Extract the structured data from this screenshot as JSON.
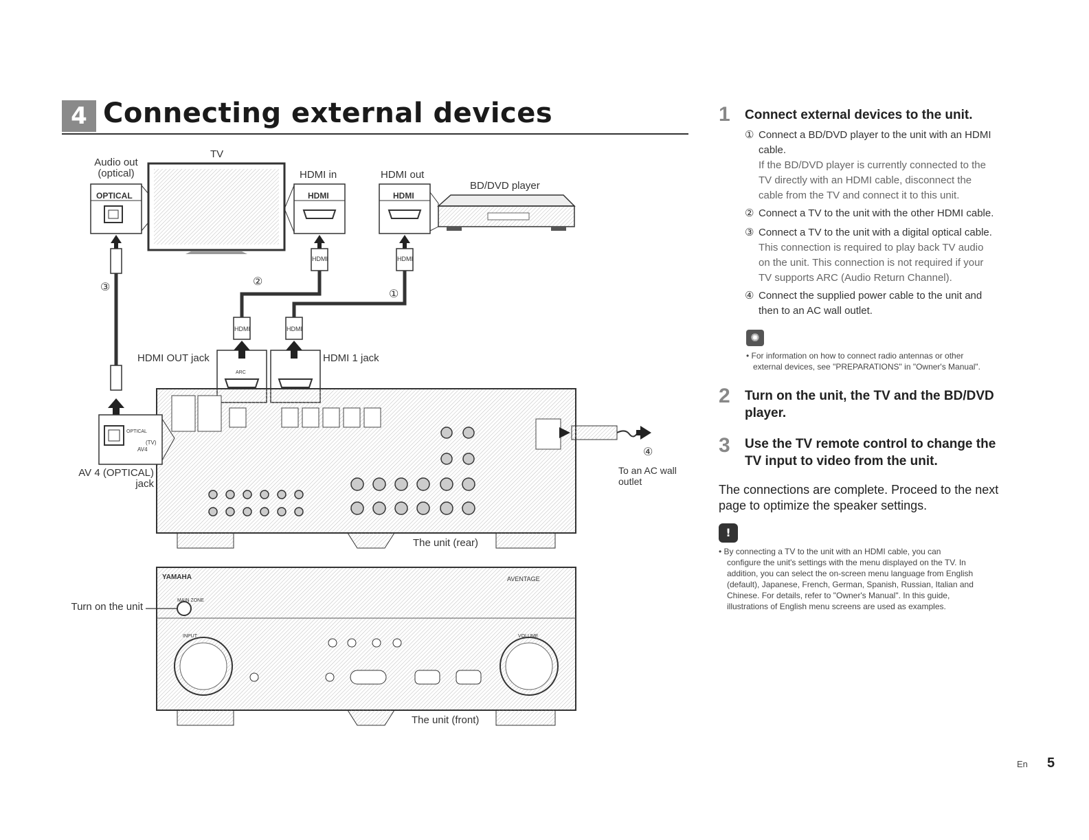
{
  "section": {
    "number": "4",
    "title": "Connecting external devices"
  },
  "diagram": {
    "labels": {
      "tv": "TV",
      "audio_out": "Audio out",
      "audio_out_sub": "(optical)",
      "optical_tag": "OPTICAL",
      "hdmi_in": "HDMI in",
      "hdmi_out": "HDMI out",
      "hdmi_tag": "HDMI",
      "bd_player": "BD/DVD player",
      "hdmi_out_jack": "HDMI OUT jack",
      "hdmi1_jack": "HDMI 1 jack",
      "av4_jack_1": "AV 4 (OPTICAL)",
      "av4_jack_2": "jack",
      "to_ac_1": "To an AC wall",
      "to_ac_2": "outlet",
      "unit_rear": "The unit (rear)",
      "unit_front": "The unit (front)",
      "turn_on": "Turn on the unit",
      "plug_hdmi": "HDMI",
      "c1": "①",
      "c2": "②",
      "c3": "③",
      "c4": "④",
      "yamaha": "YAMAHA",
      "aventage": "AVENTAGE",
      "arc": "ARC",
      "optical_small": "OPTICAL",
      "tv_small": "(TV)",
      "av4_small": "AV4",
      "main_zone": "MAIN ZONE",
      "volume": "VOLUME",
      "input": "INPUT"
    }
  },
  "steps": [
    {
      "num": "1",
      "title": "Connect external devices to the unit.",
      "items": [
        {
          "circ": "①",
          "text": "Connect a BD/DVD player to the unit with an HDMI",
          "text2": "cable.",
          "detail": [
            "If the BD/DVD player is currently connected to the",
            "TV directly with an HDMI cable, disconnect the",
            "cable from the TV and connect it to this unit."
          ]
        },
        {
          "circ": "②",
          "text": "Connect a TV to the unit with the other HDMI cable."
        },
        {
          "circ": "③",
          "text": "Connect a TV to the unit with a digital optical cable.",
          "detail": [
            "This connection is required to play back TV audio",
            "on the unit. This connection is not required if your",
            "TV supports ARC (Audio Return Channel)."
          ]
        },
        {
          "circ": "④",
          "text": "Connect the supplied power cable to the unit and",
          "text2": "then to an AC wall outlet."
        }
      ],
      "tip": [
        "•  For information on how to connect radio antennas or other",
        "external devices, see \"PREPARATIONS\" in \"Owner's Manual\"."
      ]
    },
    {
      "num": "2",
      "title_1": "Turn on the unit, the TV and the BD/DVD",
      "title_2": "player."
    },
    {
      "num": "3",
      "title_1": "Use the TV remote control to change the",
      "title_2": "TV input to video from the unit."
    }
  ],
  "complete": [
    "The connections are complete. Proceed to the next",
    "page to optimize the speaker settings."
  ],
  "note": [
    "•  By connecting a TV to the unit with an HDMI cable, you can",
    "configure the unit's settings with the menu displayed on the TV. In",
    "addition, you can select the on-screen menu language from English",
    "(default), Japanese, French, German, Spanish, Russian, Italian and",
    "Chinese. For details, refer to \"Owner's Manual\". In this guide,",
    "illustrations of English menu screens are used as examples."
  ],
  "footer": {
    "lang": "En",
    "page": "5"
  }
}
